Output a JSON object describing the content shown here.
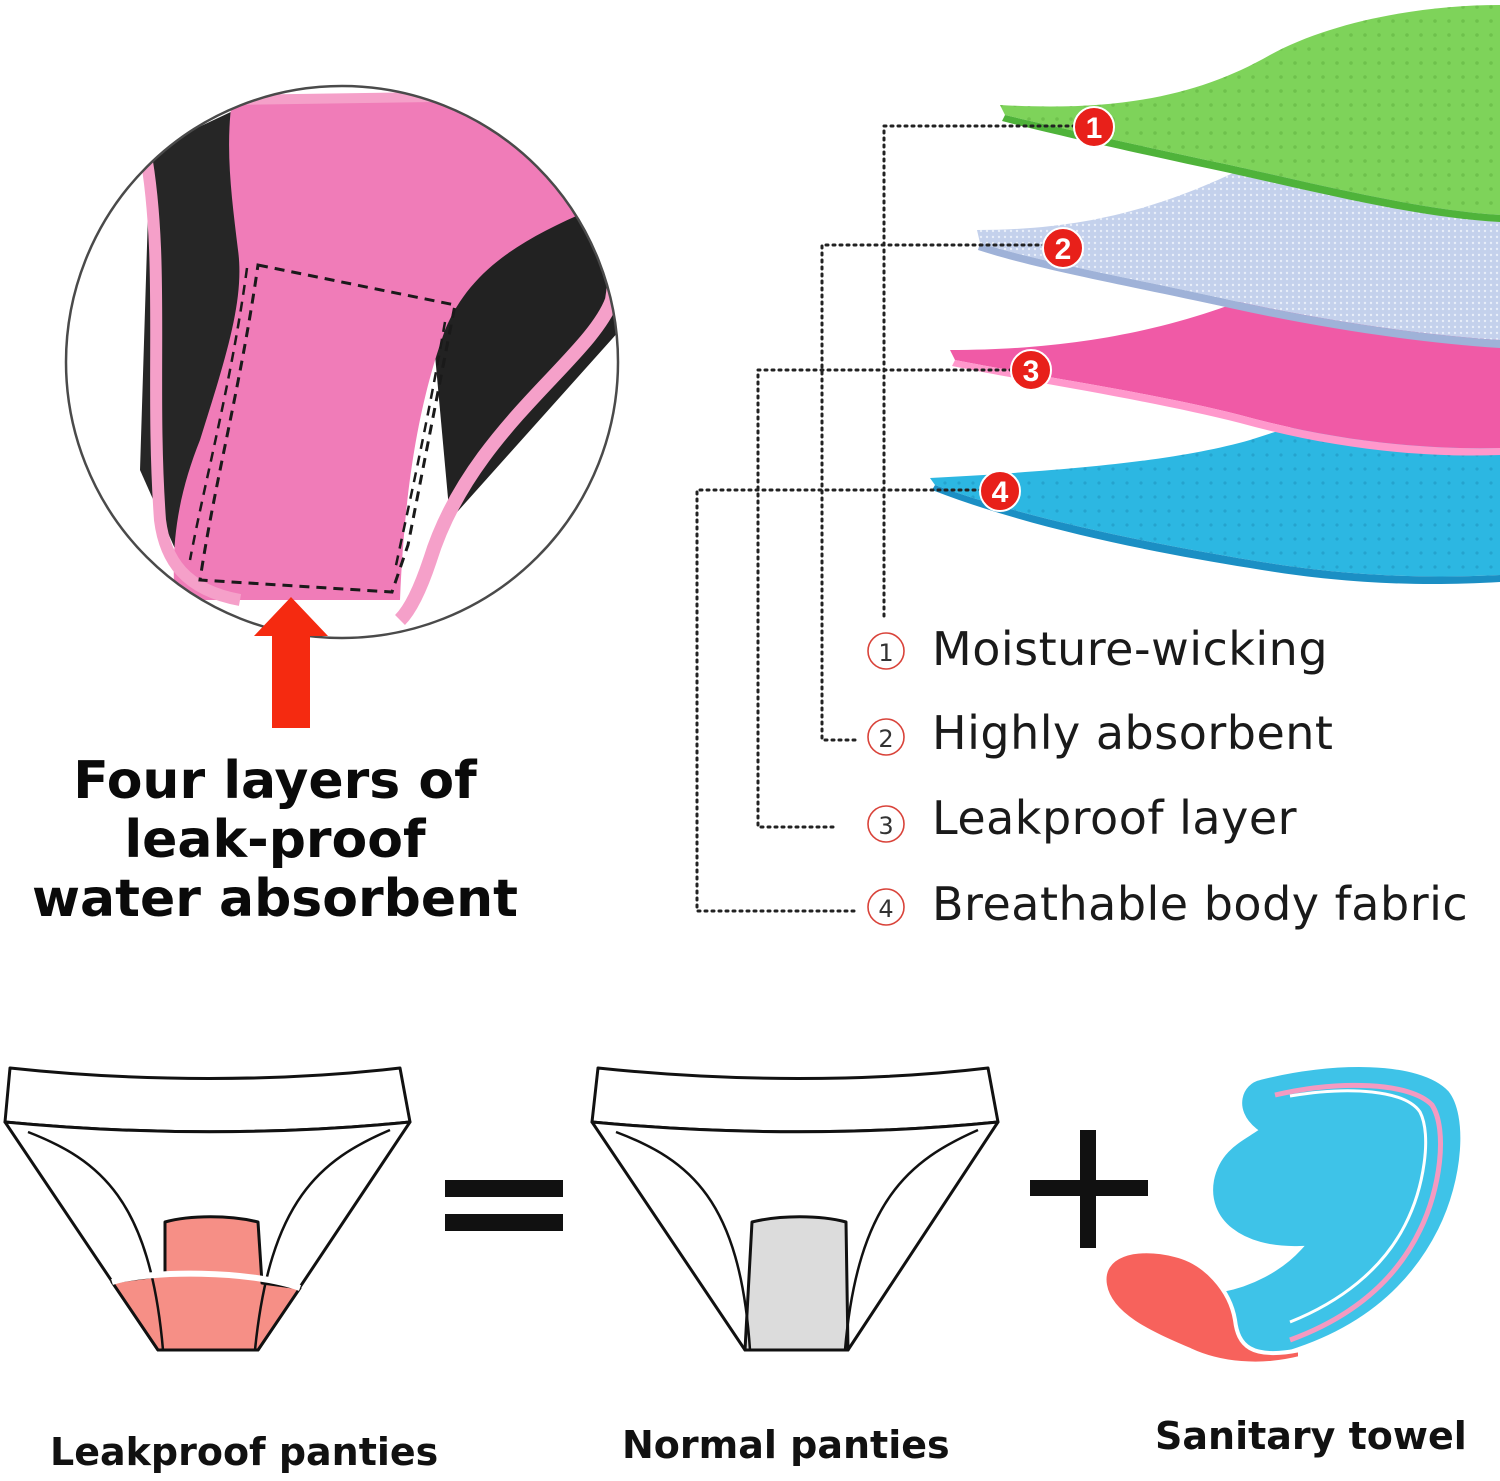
{
  "headline": {
    "line1": "Four layers of",
    "line2": "leak-proof",
    "line3": "water absorbent"
  },
  "layers": [
    {
      "num": "1",
      "small_num": "1",
      "label": "Moisture-wicking",
      "color": "#7ed35a"
    },
    {
      "num": "2",
      "small_num": "2",
      "label": "Highly absorbent",
      "color": "#b9c9e8"
    },
    {
      "num": "3",
      "small_num": "3",
      "label": "Leakproof layer",
      "color": "#f05aa6"
    },
    {
      "num": "4",
      "small_num": "4",
      "label": "Breathable body fabric",
      "color": "#2cb7e2"
    }
  ],
  "equation": {
    "equals_symbol": "=",
    "plus_symbol": "+"
  },
  "captions": {
    "leakproof": "Leakproof panties",
    "normal": "Normal panties",
    "sanitary": "Sanitary towel"
  },
  "colors": {
    "badge_red": "#e8201a",
    "arrow_red": "#f52a10",
    "panty_pink": "#ec7ab5",
    "gusset_salmon": "#f68f86",
    "gusset_gray": "#dcdcdc",
    "towel_blue": "#3ec3e8",
    "towel_coral": "#f7625c"
  },
  "icons": [
    "up-arrow-icon",
    "equals-icon",
    "plus-icon"
  ]
}
